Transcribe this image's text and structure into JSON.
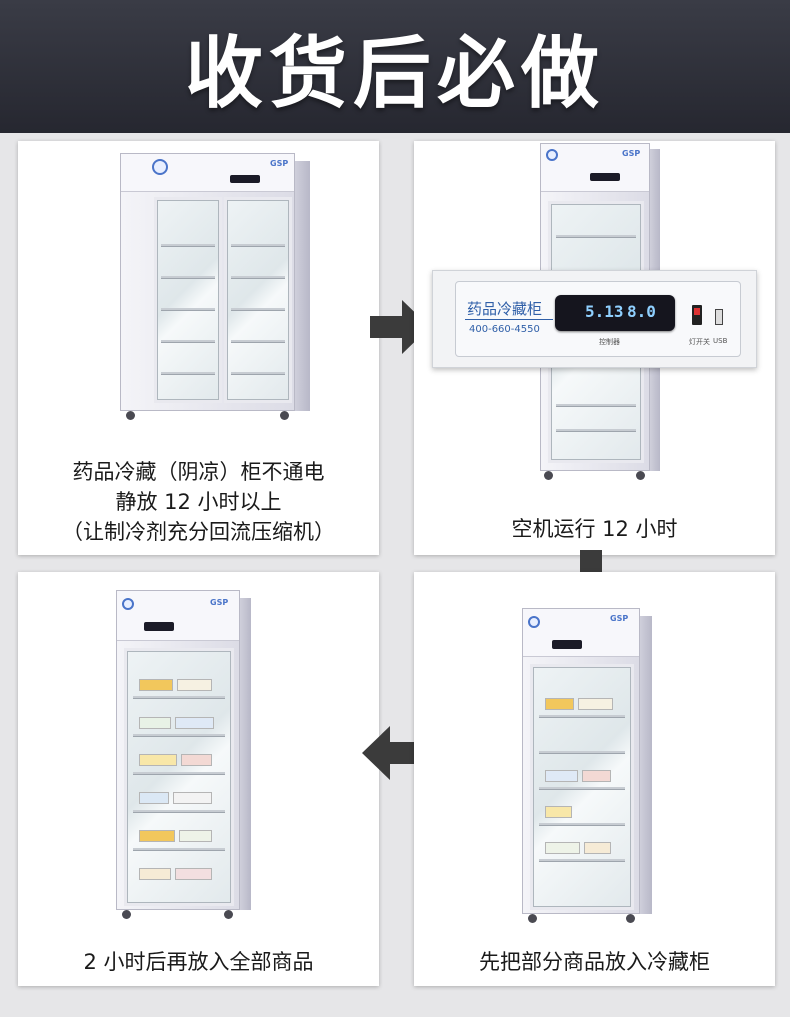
{
  "header": {
    "title": "收货后必做"
  },
  "steps": [
    {
      "caption_lines": [
        "药品冷藏（阴凉）柜不通电",
        "静放 12 小时以上",
        "（让制冷剂充分回流压缩机）"
      ]
    },
    {
      "caption": "空机运行 12 小时"
    },
    {
      "caption": "先把部分商品放入冷藏柜"
    },
    {
      "caption": "2 小时后再放入全部商品"
    }
  ],
  "fridge": {
    "brand_badge": "GSP"
  },
  "control_panel": {
    "name": "药品冷藏柜",
    "phone": "400-660-4550",
    "display_left": "5.13",
    "display_right": "8.0",
    "controller_label": "控制器",
    "switch_label": "灯开关",
    "usb_label": "USB"
  },
  "colors": {
    "header_bg": "#2a2b34",
    "arrow": "#3b3b3b",
    "display_digits": "#8fd0ff",
    "accent_blue": "#2f5fa8"
  }
}
